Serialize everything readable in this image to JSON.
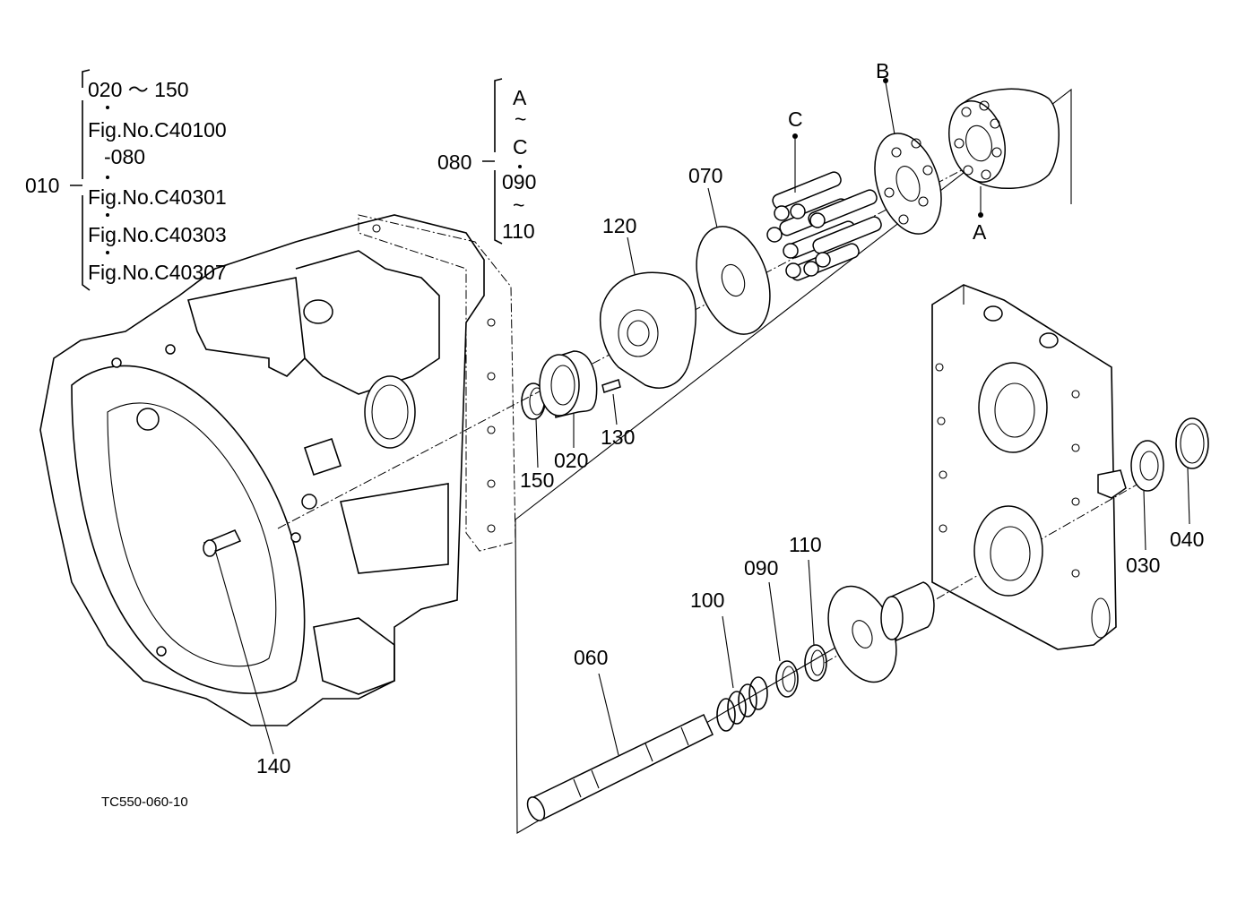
{
  "callouts": {
    "c010": "010",
    "c080": "080",
    "c070": "070",
    "c120": "120",
    "c150": "150",
    "c020": "020",
    "c130": "130",
    "c140": "140",
    "c060": "060",
    "c100": "100",
    "c090": "090",
    "c110": "110",
    "c030": "030",
    "c040": "040",
    "cA1": "A",
    "cA2": "A",
    "cB": "B",
    "cC": "C"
  },
  "group010": {
    "line1": "020 ～ 150",
    "line2": "Fig.No.C40100",
    "line3": "-080",
    "line4": "Fig.No.C40301",
    "line5": "Fig.No.C40303",
    "line6": "Fig.No.C40307"
  },
  "group080": {
    "line1": "A",
    "line2": "~",
    "line3": "C",
    "line4": "090",
    "line5": "~",
    "line6": "110"
  },
  "drawing_code": "TC550-060-10"
}
